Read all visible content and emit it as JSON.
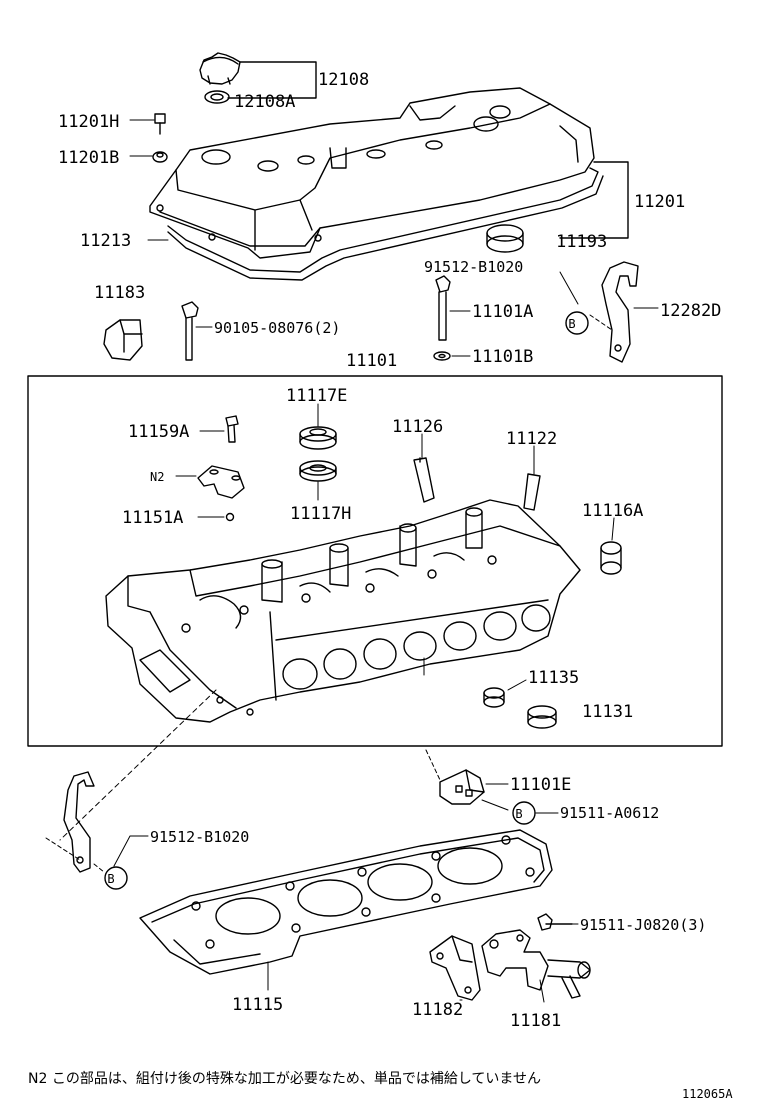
{
  "diagram": {
    "parts": {
      "p12108": "12108",
      "p12108A": "12108A",
      "p11201H": "11201H",
      "p11201B": "11201B",
      "p11201": "11201",
      "p11213": "11213",
      "p11193": "11193",
      "p91512_top": "91512-B1020",
      "p12282D": "12282D",
      "p11183": "11183",
      "p90105": "90105-08076(2)",
      "p11101A": "11101A",
      "p11101B": "11101B",
      "p11101": "11101",
      "p11117E": "11117E",
      "p11159A": "11159A",
      "pN2": "N2",
      "p11151A": "11151A",
      "p11117H": "11117H",
      "p11126": "11126",
      "p11122": "11122",
      "p11116A": "11116A",
      "p11135": "11135",
      "p11131": "11131",
      "p11101E": "11101E",
      "p91511A": "91511-A0612",
      "p91512_bottom": "91512-B1020",
      "p91511J": "91511-J0820(3)",
      "p11115": "11115",
      "p11182": "11182",
      "p11181": "11181"
    },
    "callout_B": "B",
    "footnote": "N2 この部品は、組付け後の特殊な加工が必要なため、単品では補給していません",
    "figure_id": "112065A"
  }
}
